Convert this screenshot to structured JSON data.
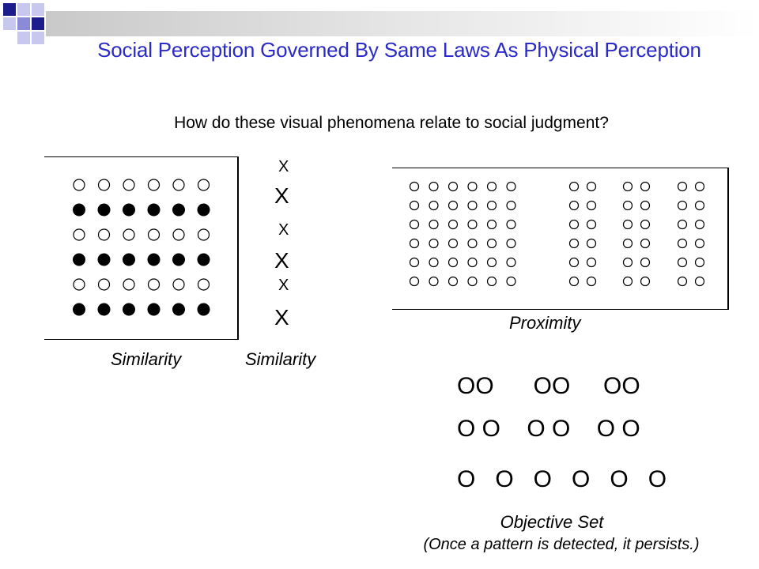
{
  "title": "Social Perception Governed By Same Laws As Physical Perception",
  "subtitle": "How do these visual phenomena relate to social judgment?",
  "similarity_grid": {
    "rows": [
      "open",
      "filled",
      "open",
      "filled",
      "open",
      "filled"
    ],
    "columns": 6
  },
  "x_column": {
    "marks": [
      {
        "text": "X",
        "size": "small"
      },
      {
        "text": "X",
        "size": "large"
      },
      {
        "text": "X",
        "size": "small"
      },
      {
        "text": "X",
        "size": "large"
      },
      {
        "text": "X",
        "size": "small"
      },
      {
        "text": "X",
        "size": "large"
      }
    ]
  },
  "captions": {
    "similarity_left": "Similarity",
    "similarity_right": "Similarity",
    "proximity": "Proximity"
  },
  "proximity_grid": {
    "left_block": {
      "rows": 6,
      "columns": 6
    },
    "right_block": {
      "rows": 6,
      "pairs": 3
    }
  },
  "objective_set": {
    "lines": [
      "OO      OO     OO",
      "O O    O O    O O",
      "O   O   O   O   O   O"
    ],
    "title": "Objective Set",
    "note": "(Once a pattern is detected, it persists.)"
  },
  "colors": {
    "title": "#2b2bc8",
    "deco_dark": "#1c1c8c",
    "deco_mid": "#8a8ad8",
    "deco_light": "#c8c8ee",
    "bar_gray": "#d9d9d9"
  }
}
